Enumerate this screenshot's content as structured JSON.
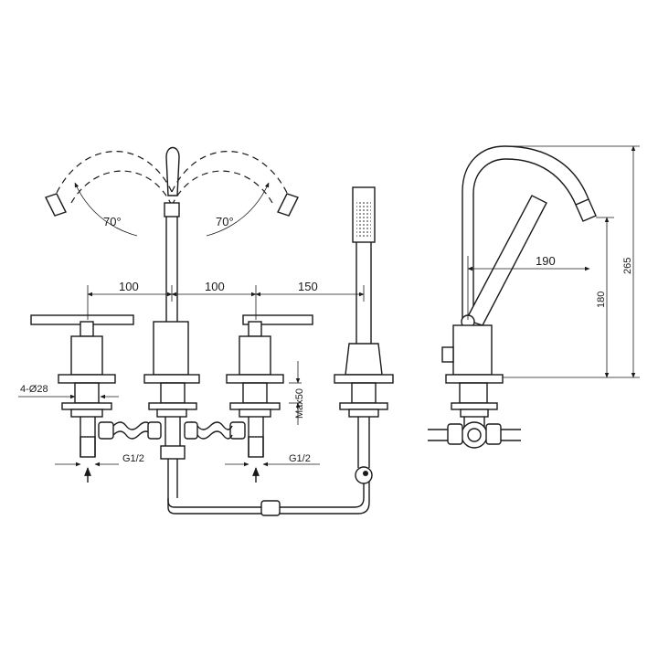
{
  "drawing": {
    "swivel_angle_left": "70°",
    "swivel_angle_right": "70°",
    "dim_spacing_1": "100",
    "dim_spacing_2": "100",
    "dim_spacing_3": "150",
    "hole_spec": "4-Ø28",
    "deck_thickness": "Max50",
    "inlet_left": "G1/2",
    "inlet_right": "G1/2",
    "spout_reach": "190",
    "spout_height": "180",
    "overall_height": "265"
  },
  "colors": {
    "line": "#1a1a1a",
    "background": "#ffffff"
  }
}
